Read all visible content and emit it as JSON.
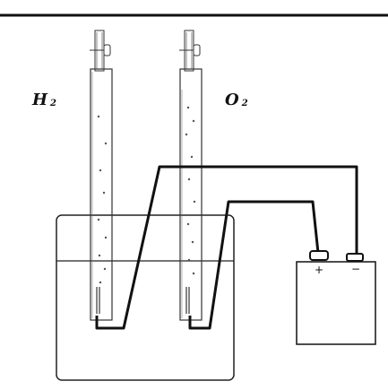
{
  "labels": {
    "left_gas": {
      "main": "H",
      "sub": "2"
    },
    "right_gas": {
      "main": "O",
      "sub": "2"
    },
    "positive_terminal": "+",
    "negative_terminal": "−"
  },
  "colors": {
    "stroke": "#111111",
    "water_line": "#222222",
    "bubble": "#555555",
    "background": "#ffffff"
  }
}
